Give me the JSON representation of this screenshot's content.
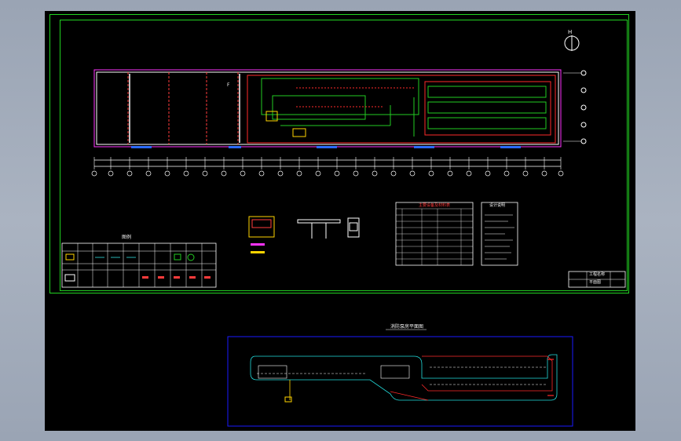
{
  "compass": {
    "letter": "H"
  },
  "building_labels": [
    "F"
  ],
  "legend_title": "图例",
  "table1_title": "主要设备及材料表",
  "table2_title": "设计说明",
  "subdrawing_title": "消防泵房平面图",
  "title_block": {
    "project": "工程名称",
    "drawing": "平面图"
  },
  "colors": {
    "background": "#000000",
    "frame": "#21d321",
    "wall": "#ffffff",
    "pipe_red": "#ff2a2a",
    "pipe_green": "#22cc22",
    "pipe_magenta": "#ff33ff",
    "blue_frame": "#1a1aff",
    "cyan": "#22dddd",
    "yellow": "#ffd400"
  }
}
